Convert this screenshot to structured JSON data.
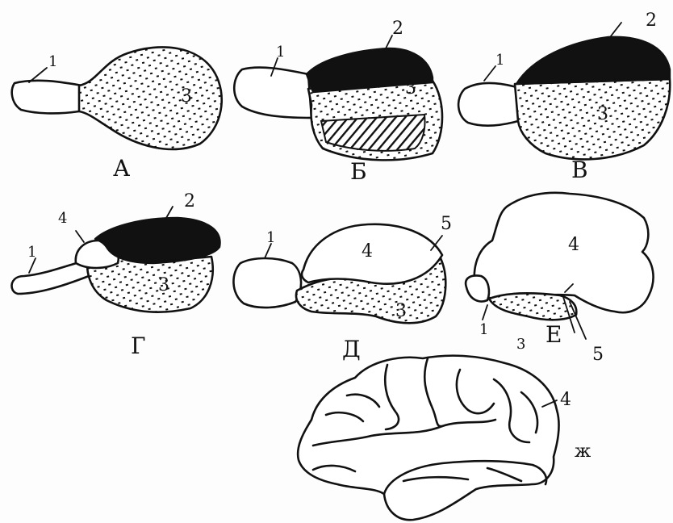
{
  "panels": {
    "a": {
      "letter": "А",
      "num_olfactory": "1",
      "num_midbrain": "3"
    },
    "b": {
      "letter": "Б",
      "num_olfactory": "1",
      "num_cerebellum": "2",
      "num_midbrain": "3"
    },
    "v": {
      "letter": "В",
      "num_olfactory": "1",
      "num_cerebellum": "2",
      "num_midbrain": "3"
    },
    "g": {
      "letter": "Г",
      "num_olfactory": "1",
      "num_cerebellum": "2",
      "num_midbrain": "3",
      "num_hemisphere": "4"
    },
    "d": {
      "letter": "Д",
      "num_olfactory": "1",
      "num_midbrain": "3",
      "num_hemisphere": "4",
      "num_diencephalon": "5"
    },
    "e": {
      "letter": "Е",
      "num_olfactory": "1",
      "num_midbrain": "3",
      "num_hemisphere": "4",
      "num_diencephalon": "5"
    },
    "zh": {
      "letter": "ж",
      "num_hemisphere": "4"
    }
  },
  "colors": {
    "ink": "#111111",
    "paper": "#ffffff"
  }
}
